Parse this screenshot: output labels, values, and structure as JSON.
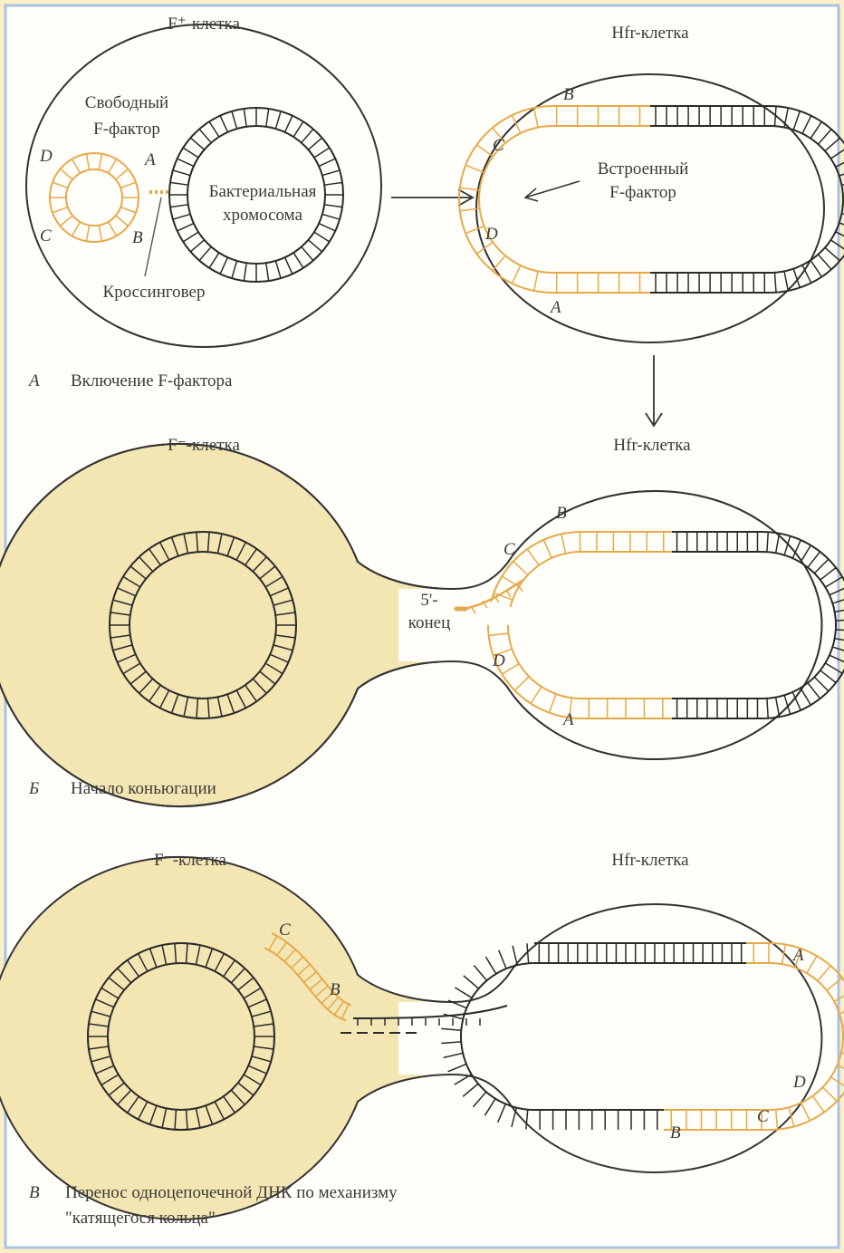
{
  "colors": {
    "background": "#fbefc8",
    "page": "#fffef8",
    "cytoplasm": "#f3e6b3",
    "f_factor": "#e6a94a",
    "chromosome": "#2a2a2a",
    "border": "#a9c3e3"
  },
  "panel_a": {
    "left_cell_title": "F⁺-клетка",
    "right_cell_title": "Hfr-клетка",
    "free_f_line1": "Свободный",
    "free_f_line2": "F-фактор",
    "chromosome_line1": "Бактериальная",
    "chromosome_line2": "хромосома",
    "crossover": "Кроссинговер",
    "integrated_line1": "Встроенный",
    "integrated_line2": "F-фактор",
    "caption_letter": "А",
    "caption_text": "Включение F-фактора"
  },
  "panel_b": {
    "left_cell_title": "F⁻-клетка",
    "right_cell_title": "Hfr-клетка",
    "end_line1": "5'-",
    "end_line2": "конец",
    "caption_letter": "Б",
    "caption_text": "Начало коньюгации"
  },
  "panel_c": {
    "left_cell_title": "F⁻-клетка",
    "right_cell_title": "Hfr-клетка",
    "caption_letter": "В",
    "caption_line1": "Перенос одноцепочечной ДНК по механизму",
    "caption_line2": "\"катящегося кольца\""
  },
  "markers": {
    "a": "A",
    "b": "B",
    "c": "C",
    "d": "D"
  }
}
